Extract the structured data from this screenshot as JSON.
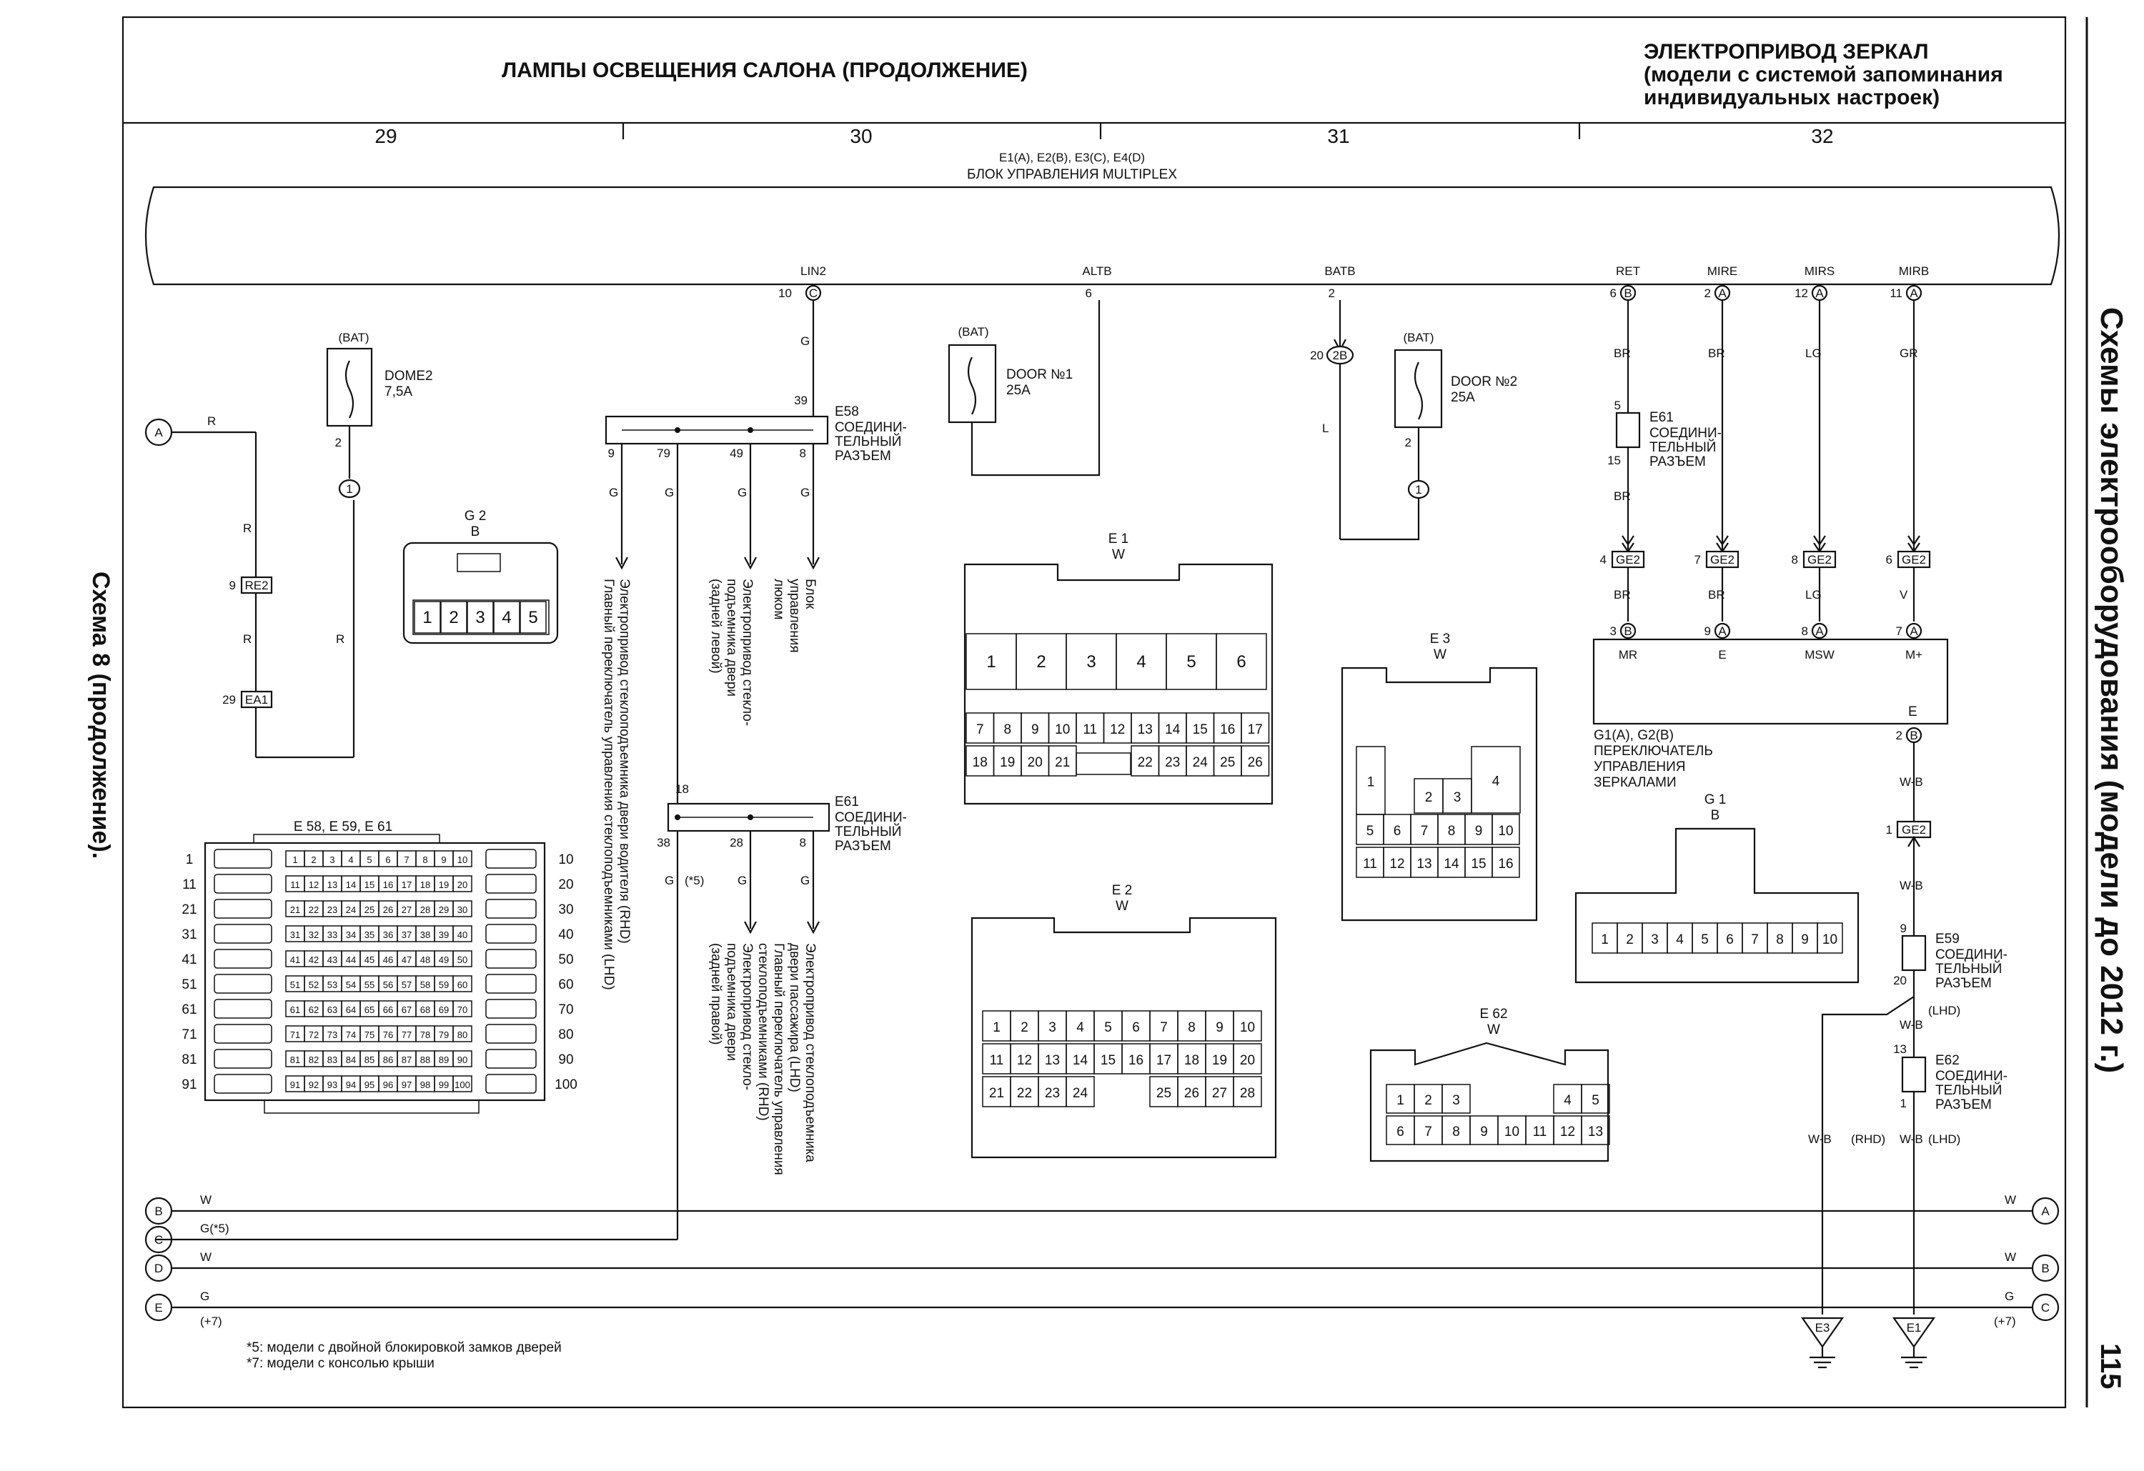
{
  "header": {
    "title_left": "ЛАМПЫ ОСВЕЩЕНИЯ САЛОНА (ПРОДОЛЖЕНИЕ)",
    "title_right_1": "ЭЛЕКТРОПРИВОД ЗЕРКАЛ",
    "title_right_2": "(модели с системой запоминания",
    "title_right_3": "индивидуальных настроек)",
    "columns": [
      "29",
      "30",
      "31",
      "32"
    ]
  },
  "side": {
    "section": "Схемы электрооборудования (модели до 2012 г.)",
    "page_number": "115",
    "caption": "Схема 8 (продолжение)."
  },
  "unit": {
    "codes": "E1(A), E2(B), E3(C), E4(D)",
    "name": "БЛОК УПРАВЛЕНИЯ MULTIPLEX",
    "terminals": {
      "lin2": "LIN2",
      "lin2_pin": "10",
      "lin2_con": "C",
      "altb": "ALTB",
      "altb_pin": "6",
      "batb": "BATB",
      "batb_pin": "2",
      "ret": "RET",
      "ret_pin": "6",
      "ret_con": "B",
      "mire": "MIRE",
      "mire_pin": "2",
      "mire_con": "A",
      "mirs": "MIRS",
      "mirs_pin": "12",
      "mirs_con": "A",
      "mirb": "MIRB",
      "mirb_pin": "11",
      "mirb_con": "A"
    }
  },
  "fuses": {
    "bat": "(BAT)",
    "dome2_name": "DOME2",
    "dome2_rating": "7,5A",
    "dome2_pin": "2",
    "dome2_conn": "1",
    "door1_name": "DOOR №1",
    "door1_rating": "25A",
    "door2_name": "DOOR №2",
    "door2_rating": "25A",
    "door2_pin": "2",
    "door2_conn": "1"
  },
  "connectors": {
    "e58_name": "E58",
    "e58_desc_1": "СОЕДИНИ-",
    "e58_desc_2": "ТЕЛЬНЫЙ",
    "e58_desc_3": "РАЗЪЕМ",
    "e58_pin_top": "39",
    "e58_pins": [
      "9",
      "79",
      "49",
      "8"
    ],
    "e61_name": "E61",
    "e61_pin_top": "18",
    "e61_pins": [
      "38",
      "28",
      "8"
    ],
    "e61r_pin_top": "5",
    "e61r_pin_bot": "15",
    "e59_name": "E59",
    "e59_pin_top": "9",
    "e59_pin_bot": "20",
    "e62_name": "E62",
    "e62_pin_top": "13",
    "e62_pin_bot": "1",
    "j2b": "2B",
    "j2b_pin": "20",
    "re2": "RE2",
    "re2_pin": "9",
    "ea1": "EA1",
    "ea1_pin": "29",
    "ge2": "GE2",
    "ge2_pins": [
      "4",
      "7",
      "8",
      "6"
    ],
    "ge2_bottom_pin": "1"
  },
  "switch": {
    "label_1": "G1(A), G2(B)",
    "label_2": "ПЕРЕКЛЮЧАТЕЛЬ",
    "label_3": "УПРАВЛЕНИЯ",
    "label_4": "ЗЕРКАЛАМИ",
    "terms": [
      "MR",
      "E",
      "MSW",
      "M+"
    ],
    "pins": [
      "3",
      "9",
      "8",
      "7"
    ],
    "cons": [
      "B",
      "A",
      "A",
      "A"
    ],
    "e_label": "E",
    "e_pin": "2",
    "e_con": "B"
  },
  "wire_colors": {
    "R": "R",
    "G": "G",
    "L": "L",
    "W": "W",
    "BR": "BR",
    "LG": "LG",
    "GR": "GR",
    "V": "V",
    "WB": "W-B",
    "G5": "G(*5)",
    "p5": "(*5)",
    "p7": "(+7)",
    "p7r": "(+7)",
    "rhd": "(RHD)",
    "lhd": "(LHD)"
  },
  "rotated_notes": {
    "driver_1": "Электропривод стеклоподъемника двери водителя (RHD)",
    "driver_2": "Главный переключатель управления стеклоподъемниками (LHD)",
    "left_1": "Электропривод стекло-",
    "left_2": "подъемника двери",
    "left_3": "(задней левой)",
    "hatch_1": "Блок",
    "hatch_2": "управления",
    "hatch_3": "люком",
    "right_rear_1": "Электропривод стекло-",
    "right_rear_2": "подъемника двери",
    "right_rear_3": "(задней правой)",
    "pass_1": "Электропривод стеклоподъемника",
    "pass_2": "двери пассажира (LHD)",
    "pass_3": "Главный переключатель управления",
    "pass_4": "стеклоподъемниками (RHD)"
  },
  "views": {
    "g2_name": "G 2",
    "g2_color": "B",
    "g2_pins": [
      "1",
      "2",
      "3",
      "4",
      "5"
    ],
    "e1_name": "E 1",
    "e1_color": "W",
    "e1_pins_big": [
      "1",
      "2",
      "3",
      "4",
      "5",
      "6"
    ],
    "e1_pins_row2": [
      "7",
      "8",
      "9",
      "10",
      "11",
      "12",
      "13",
      "14",
      "15",
      "16",
      "17"
    ],
    "e1_pins_row3": [
      "18",
      "19",
      "20",
      "21",
      "22",
      "23",
      "24",
      "25",
      "26"
    ],
    "e2_name": "E 2",
    "e2_color": "W",
    "e2_row1": [
      "1",
      "2",
      "3",
      "4",
      "5",
      "6",
      "7",
      "8",
      "9",
      "10"
    ],
    "e2_row2": [
      "11",
      "12",
      "13",
      "14",
      "15",
      "16",
      "17",
      "18",
      "19",
      "20"
    ],
    "e2_row3": [
      "21",
      "22",
      "23",
      "24",
      "25",
      "26",
      "27",
      "28"
    ],
    "e3_name": "E 3",
    "e3_color": "W",
    "e3_row1": [
      "1",
      "2",
      "3",
      "4"
    ],
    "e3_row2": [
      "5",
      "6",
      "7",
      "8",
      "9",
      "10"
    ],
    "e3_row3": [
      "11",
      "12",
      "13",
      "14",
      "15",
      "16"
    ],
    "g1_name": "G 1",
    "g1_color": "B",
    "g1_pins": [
      "1",
      "2",
      "3",
      "4",
      "5",
      "6",
      "7",
      "8",
      "9",
      "10"
    ],
    "e62_name": "E 62",
    "e62_color": "W",
    "e62_row1": [
      "1",
      "2",
      "3",
      "4",
      "5"
    ],
    "e62_row2": [
      "6",
      "7",
      "8",
      "9",
      "10",
      "11",
      "12",
      "13"
    ],
    "big_name": "E 58, E 59, E 61",
    "big_left": [
      "1",
      "11",
      "21",
      "31",
      "41",
      "51",
      "61",
      "71",
      "81",
      "91"
    ],
    "big_right": [
      "10",
      "20",
      "30",
      "40",
      "50",
      "60",
      "70",
      "80",
      "90",
      "100"
    ]
  },
  "bus_labels": {
    "left": [
      "B",
      "C",
      "D",
      "E"
    ],
    "right": [
      "A",
      "B",
      "C"
    ],
    "a_left": "A",
    "b_color": "W",
    "c_color": "G(*5)",
    "d_color": "W",
    "e_color": "G",
    "r_a_color": "W",
    "r_b_color": "W",
    "r_c_color": "G"
  },
  "grounds": [
    "E3",
    "E1"
  ],
  "footnotes": {
    "note1": "*5: модели с двойной блокировкой замков дверей",
    "note2": "*7: модели с консолью крыши"
  }
}
